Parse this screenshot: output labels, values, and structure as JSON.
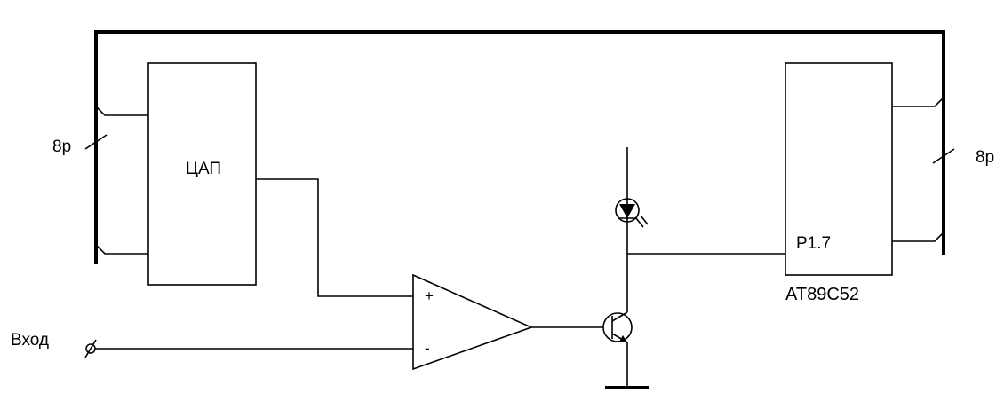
{
  "labels": {
    "dac": "ЦАП",
    "mcu_pin": "P1.7",
    "mcu_name": "AT89C52",
    "input": "Вход",
    "bus_left_width": "8р",
    "bus_right_width": "8р",
    "opamp_plus": "+",
    "opamp_minus": "-"
  },
  "colors": {
    "ink": "#000000",
    "background": "#ffffff"
  },
  "icons": {
    "led": "led-icon",
    "transistor": "npn-transistor-icon",
    "ground": "ground-icon",
    "input_terminal": "input-terminal-icon"
  }
}
